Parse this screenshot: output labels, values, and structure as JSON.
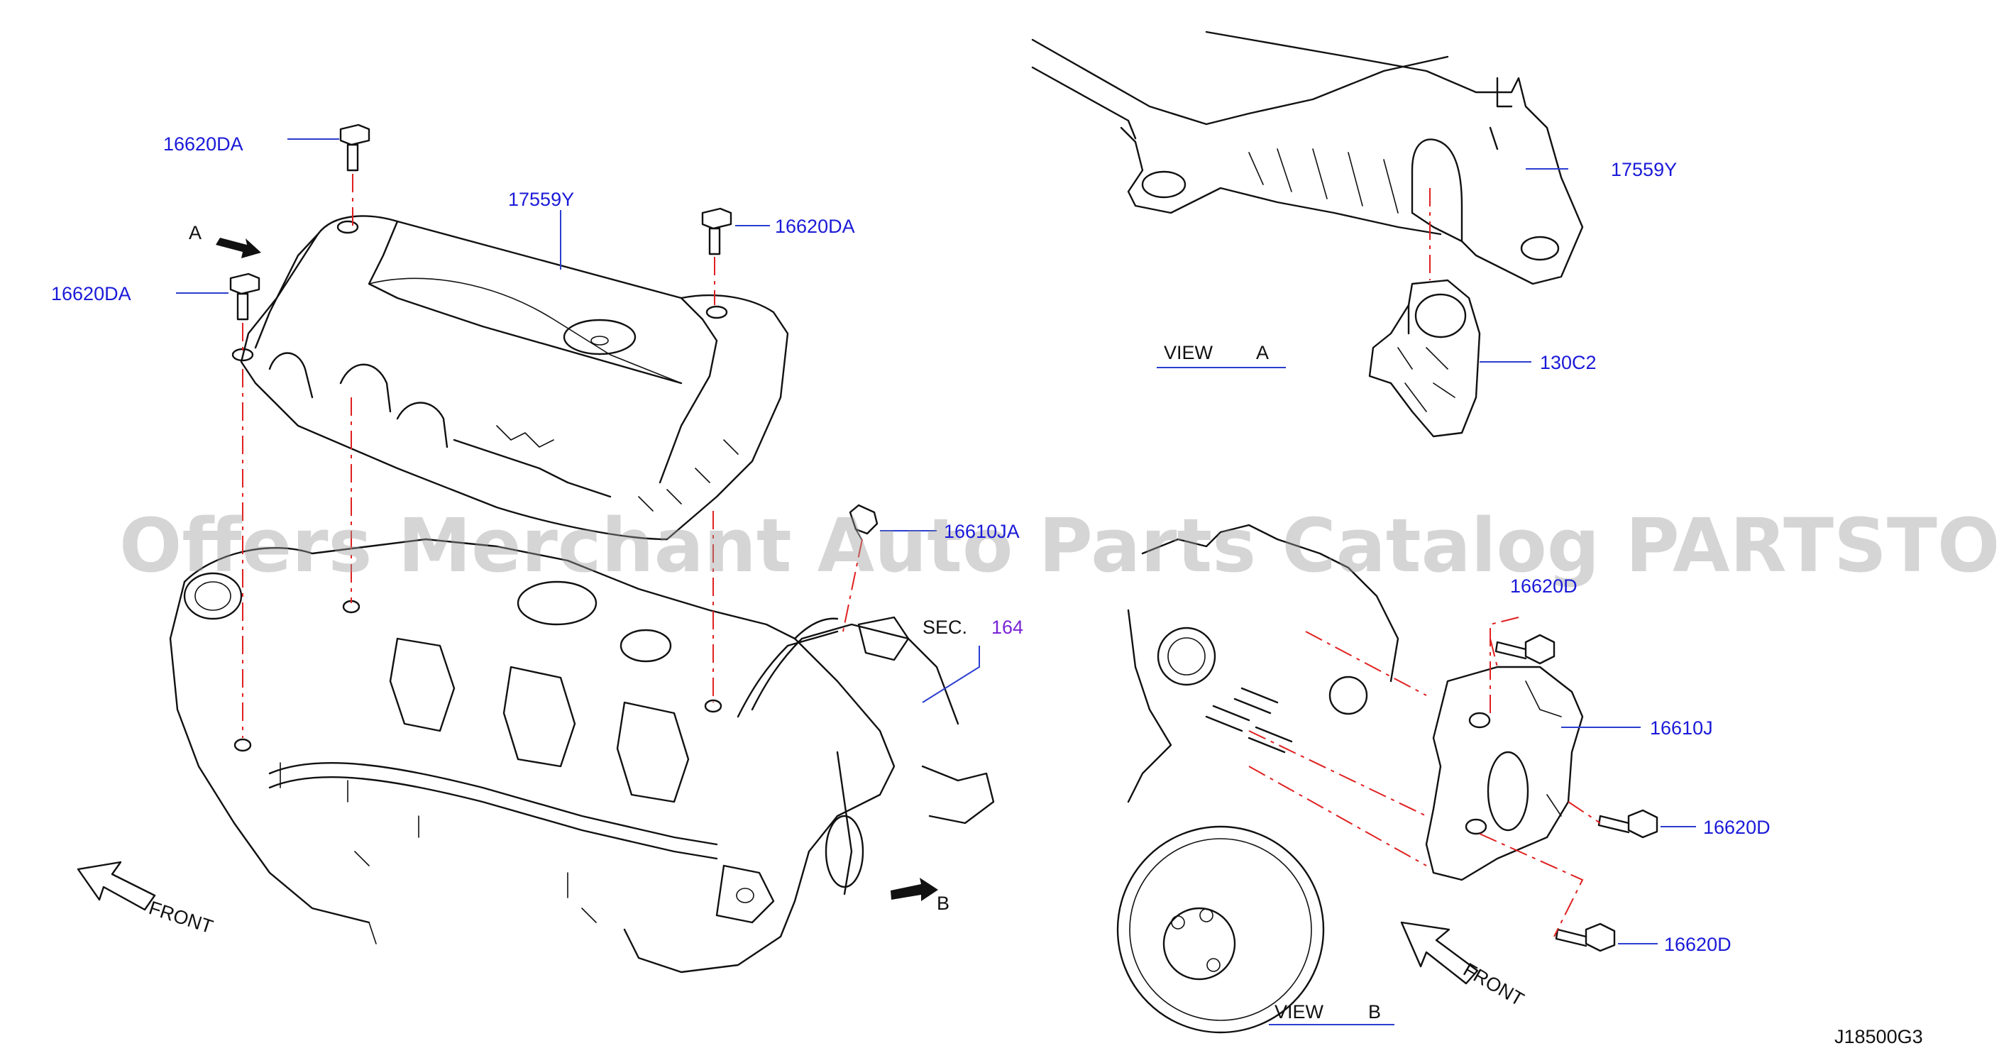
{
  "watermark": "Offers Merchant Auto Parts Catalog PARTSTORE.SA",
  "diagram_id": "J18500G3",
  "callouts": {
    "bolt_top": "16620DA",
    "bolt_left": "16620DA",
    "bolt_right": "16620DA",
    "cover_main": "17559Y",
    "cover_view_a": "17559Y",
    "bracket_view_a": "130C2",
    "clip_part": "16610JA",
    "view_b_bolt_top": "16620D",
    "view_b_bracket": "16610J",
    "view_b_bolt_mid": "16620D",
    "view_b_bolt_bottom": "16620D"
  },
  "section": {
    "prefix": "SEC.",
    "number": "164"
  },
  "arrows": {
    "a": "A",
    "b": "B"
  },
  "views": {
    "a": {
      "word": "VIEW",
      "letter": "A"
    },
    "b": {
      "word": "VIEW",
      "letter": "B"
    }
  },
  "front_labels": {
    "left": "FRONT",
    "right": "FRONT"
  }
}
